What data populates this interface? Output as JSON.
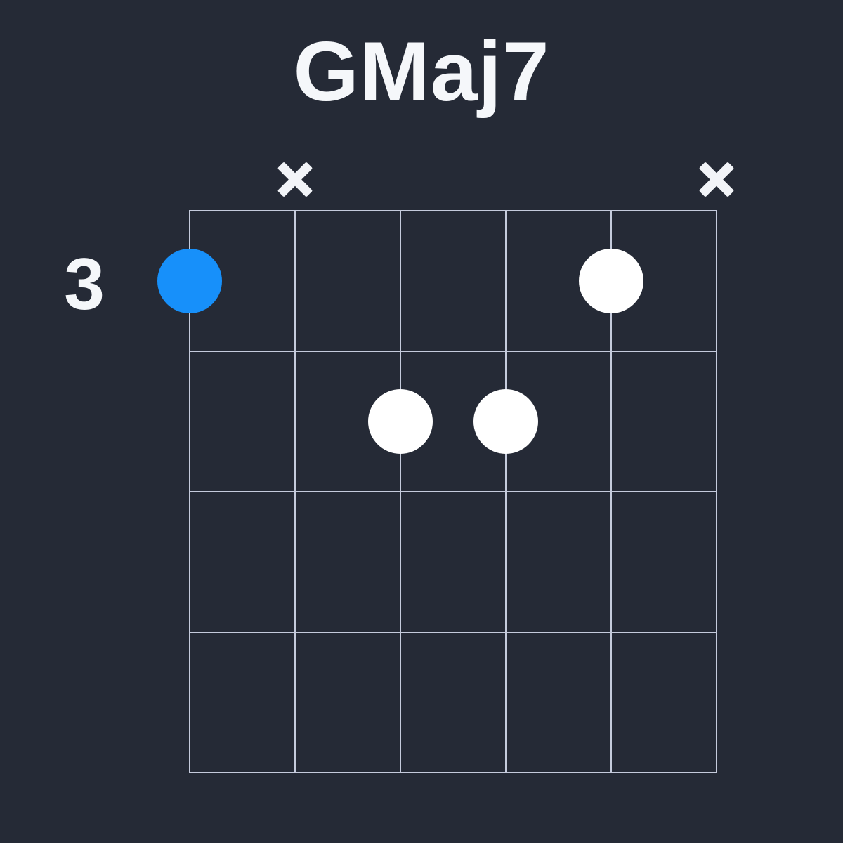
{
  "title": "GMaj7",
  "colors": {
    "background": "#252a36",
    "grid_line": "#c5cbdc",
    "text": "#f5f7fa",
    "root_dot": "#1790fa",
    "note_dot": "#ffffff",
    "muted_mark": "#f2f4f8"
  },
  "icons": {
    "muted_string": "✕"
  },
  "diagram": {
    "type": "guitar-chord",
    "fret_label": "3",
    "starting_fret": 3,
    "string_count": 6,
    "fret_rows_shown": 4,
    "muted_strings": [
      2,
      6
    ],
    "dots": [
      {
        "string": 1,
        "fret_row": 1,
        "fret": 3,
        "type": "root",
        "color": "#1790fa"
      },
      {
        "string": 5,
        "fret_row": 1,
        "fret": 3,
        "type": "note",
        "color": "#ffffff"
      },
      {
        "string": 3,
        "fret_row": 2,
        "fret": 4,
        "type": "note",
        "color": "#ffffff"
      },
      {
        "string": 4,
        "fret_row": 2,
        "fret": 4,
        "type": "note",
        "color": "#ffffff"
      }
    ]
  }
}
